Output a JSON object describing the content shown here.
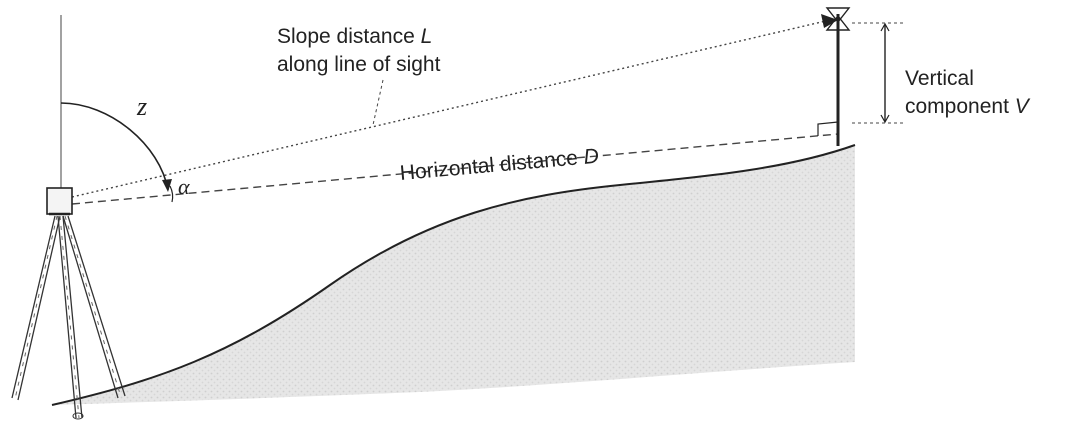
{
  "labels": {
    "slope_line1": "Slope distance",
    "slope_var": "L",
    "slope_line2": "along line of sight",
    "vertical_line1": "Vertical",
    "vertical_line2": "component",
    "vertical_var": "V",
    "horizontal_text": "Horizontal distance",
    "horizontal_var": "D",
    "zenith_symbol": "z",
    "alpha_symbol": "α"
  },
  "colors": {
    "ink": "#222222",
    "ground_fill": "#e4e4e4",
    "background": "#ffffff"
  }
}
